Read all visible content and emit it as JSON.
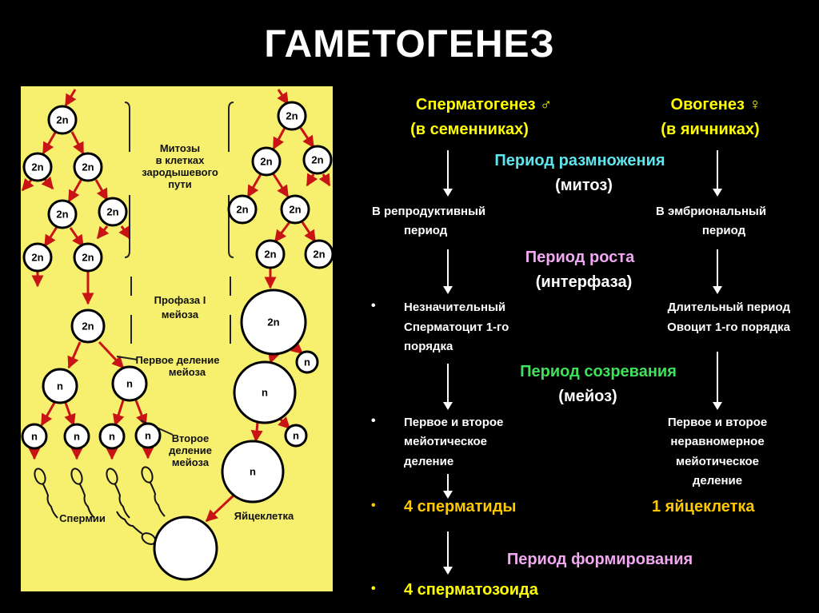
{
  "title": "ГАМЕТОГЕНЕЗ",
  "colors": {
    "panel": "#f7ef6e",
    "arrow_red": "#c81414",
    "male": "#ffff00",
    "result": "#ffc800",
    "reproduction": "#5ee6ee",
    "growth": "#f0a8f0",
    "maturation": "#3fe05a"
  },
  "diagram": {
    "diploid": "2n",
    "haploid": "n",
    "labels": {
      "mitosis": [
        "Митозы",
        "в клетках",
        "зародышевого",
        "пути"
      ],
      "prophase": [
        "Профаза I",
        "мейоза"
      ],
      "first_division": [
        "Первое деление",
        "мейоза"
      ],
      "second_division": [
        "Второе",
        "деление",
        "мейоза"
      ],
      "sperm": "Спермии",
      "egg": "Яйцеклетка"
    }
  },
  "columns": {
    "male": {
      "title": "Сперматогенез ♂",
      "place": "(в семенниках)"
    },
    "female": {
      "title": "Овогенез ♀",
      "place": "(в яичниках)"
    }
  },
  "periods": {
    "reproduction": {
      "name": "Период размножения",
      "process": "(митоз)",
      "male": [
        "В   репродуктивный",
        "период"
      ],
      "female": [
        "В   эмбриональный",
        "период"
      ]
    },
    "growth": {
      "name": "Период  роста",
      "process": "(интерфаза)",
      "male": [
        "Незначительный",
        "Сперматоцит 1-го",
        "порядка"
      ],
      "female": [
        "Длительный период",
        "Овоцит 1-го  порядка"
      ]
    },
    "maturation": {
      "name": "Период созревания",
      "process": "(мейоз)",
      "male": [
        "Первое и второе",
        "мейотическое",
        "деление"
      ],
      "female": [
        "Первое и второе",
        "неравномерное",
        "мейотическое",
        "деление"
      ]
    },
    "results": {
      "male": "4 сперматиды",
      "female": "1 яйцеклетка"
    },
    "formation": {
      "name": "Период формирования",
      "result": "4 сперматозоида"
    }
  },
  "bullet": "•"
}
